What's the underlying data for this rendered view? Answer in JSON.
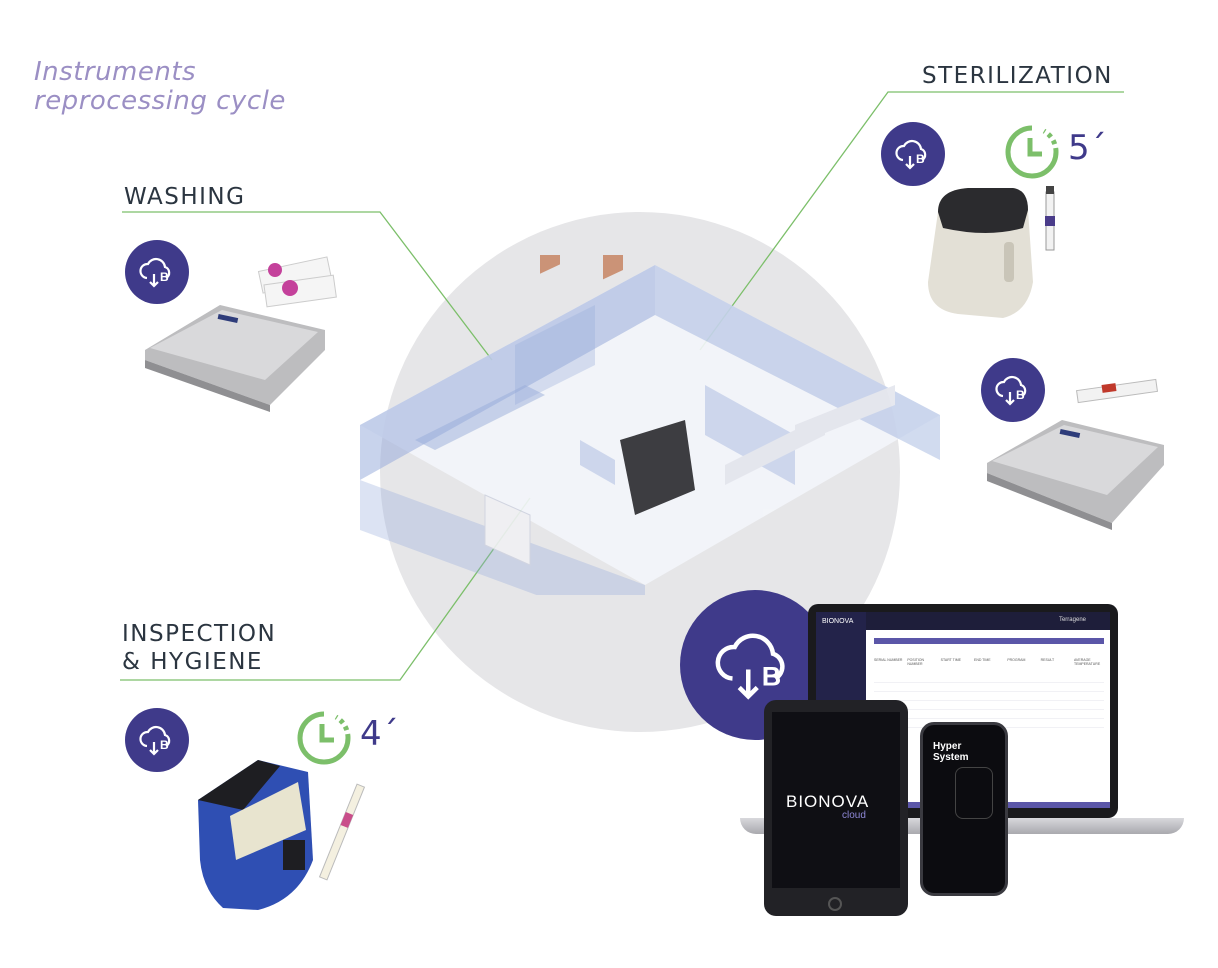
{
  "title": "Instruments\nreprocessing cycle",
  "stages": {
    "washing": {
      "label": "WASHING"
    },
    "sterilization": {
      "label": "STERILIZATION",
      "timer": "5´"
    },
    "inspection": {
      "label": "INSPECTION\n& HYGIENE",
      "timer": "4´"
    }
  },
  "cloud_badge_letter": "B",
  "tablet": {
    "brand": "BIONOVA",
    "sub": "cloud"
  },
  "phone": {
    "heading": "Hyper\nSystem"
  },
  "laptop": {
    "brand": "BIONOVA",
    "header_right": "Terragene",
    "table_header": [
      "SERIAL NUMBER",
      "POSITION NUMBER",
      "START TIME",
      "END TIME",
      "PROGRAM",
      "RESULT",
      "AVERAGE TEMPERATURE"
    ]
  },
  "colors": {
    "accent_purple": "#3f3a8a",
    "line_green": "#7cbf6a",
    "title_lilac": "#9b8fc4",
    "text_dark": "#2b3540",
    "plan_blue": "#8fa6d9"
  },
  "icons": [
    "cloud-download-b-icon",
    "timer-icon"
  ]
}
